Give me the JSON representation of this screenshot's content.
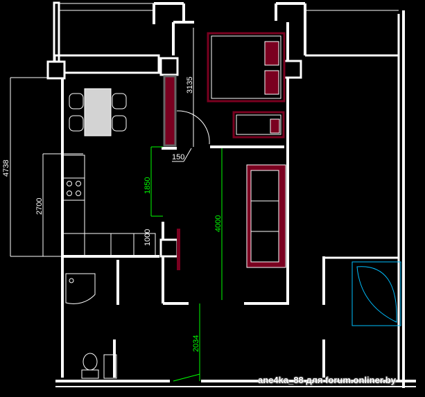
{
  "dimensions": {
    "kitchen_length": "4738",
    "counter_length": "2700",
    "hall_wall": "3135",
    "door_offset": "150",
    "corridor_a": "1850",
    "corridor_b": "1000",
    "living_wall": "4000",
    "bottom_corridor": "2034"
  },
  "watermark": "ane4ka_88 для forum.onliner.by",
  "colors": {
    "wall": "#ffffff",
    "furniture": "#7a0020",
    "dimension_green": "#00ff00",
    "table": "#d3d3d3",
    "bath": "#00bfff"
  }
}
